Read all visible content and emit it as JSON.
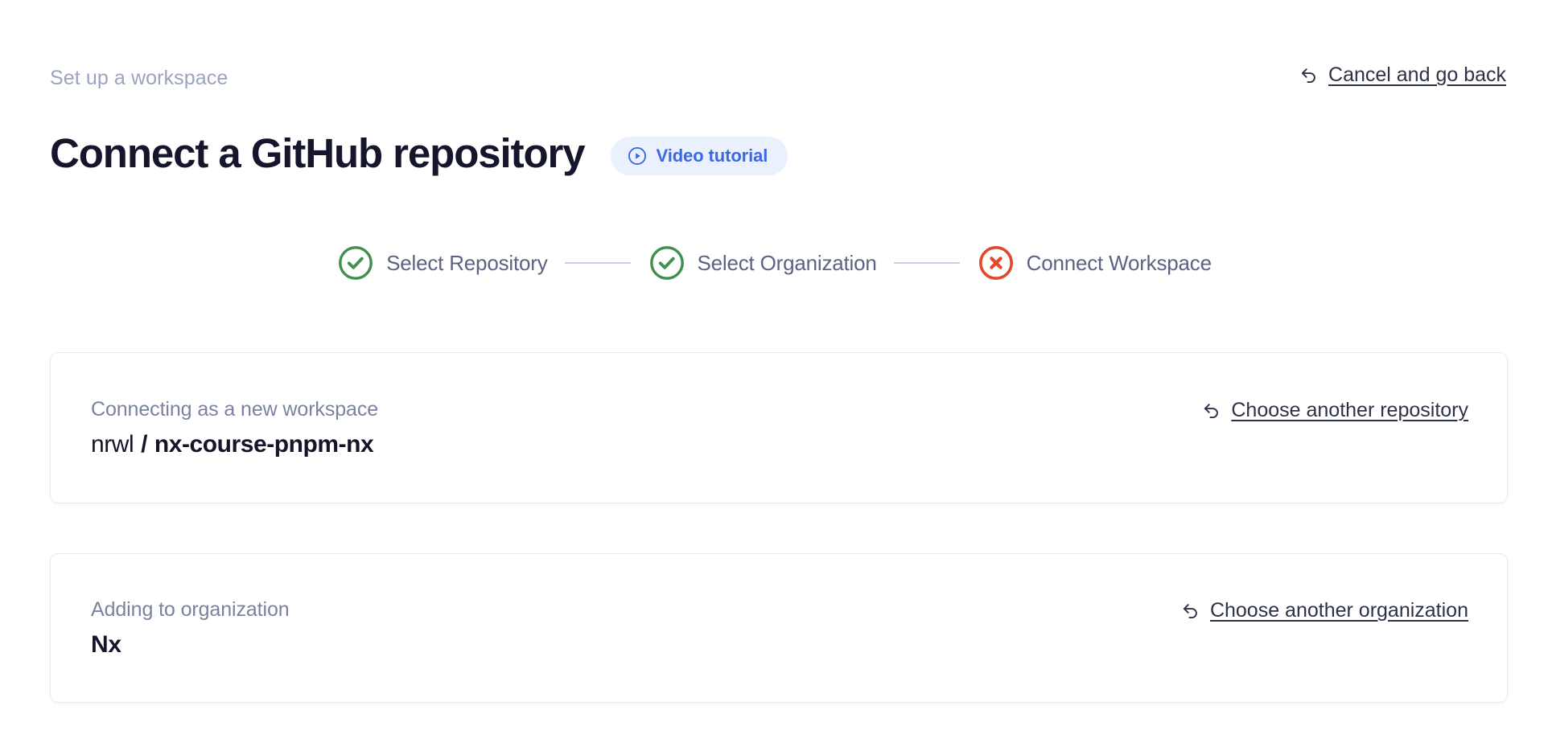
{
  "header": {
    "breadcrumb": "Set up a workspace",
    "title": "Connect a GitHub repository",
    "video_badge": {
      "label": "Video tutorial",
      "icon": "play-circle-icon",
      "background": "#eaf0fd",
      "text_color": "#3b68e3"
    },
    "cancel": {
      "label": "Cancel and go back",
      "icon": "undo-arrow-icon"
    }
  },
  "stepper": {
    "steps": [
      {
        "label": "Select Repository",
        "state": "complete",
        "icon": "check-circle-icon",
        "color": "#3f8f4f"
      },
      {
        "label": "Select Organization",
        "state": "complete",
        "icon": "check-circle-icon",
        "color": "#3f8f4f"
      },
      {
        "label": "Connect Workspace",
        "state": "error",
        "icon": "x-circle-icon",
        "color": "#e0492b"
      }
    ]
  },
  "cards": [
    {
      "caption": "Connecting as a new workspace",
      "owner": "nrwl",
      "separator": "/",
      "repo": "nx-course-pnpm-nx",
      "action": {
        "label": "Choose another repository",
        "icon": "undo-arrow-icon"
      }
    },
    {
      "caption": "Adding to organization",
      "value": "Nx",
      "action": {
        "label": "Choose another organization",
        "icon": "undo-arrow-icon"
      }
    }
  ]
}
